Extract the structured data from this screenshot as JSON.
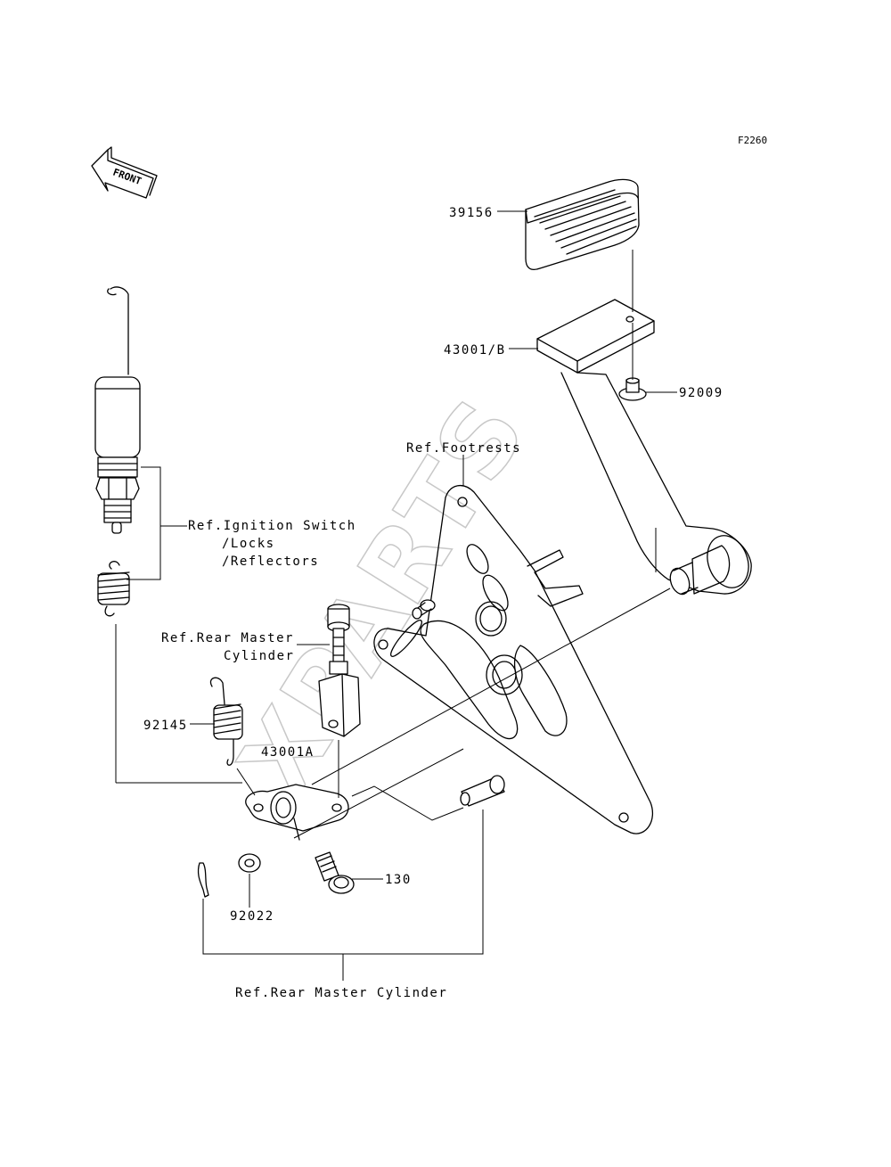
{
  "figure_code": "F2260",
  "front_arrow_text": "FRONT",
  "watermark_text": "XPARTS",
  "labels": {
    "p39156": "39156",
    "p43001b": "43001/B",
    "p92009": "92009",
    "ref_footrests": "Ref.Footrests",
    "ref_ignition_1": "Ref.Ignition Switch",
    "ref_ignition_2": "/Locks",
    "ref_ignition_3": "/Reflectors",
    "ref_rmc_1": "Ref.Rear Master",
    "ref_rmc_2": "Cylinder",
    "p92145": "92145",
    "p43001a": "43001A",
    "p130": "130",
    "p92022": "92022",
    "ref_rmc_bottom": "Ref.Rear Master Cylinder"
  }
}
